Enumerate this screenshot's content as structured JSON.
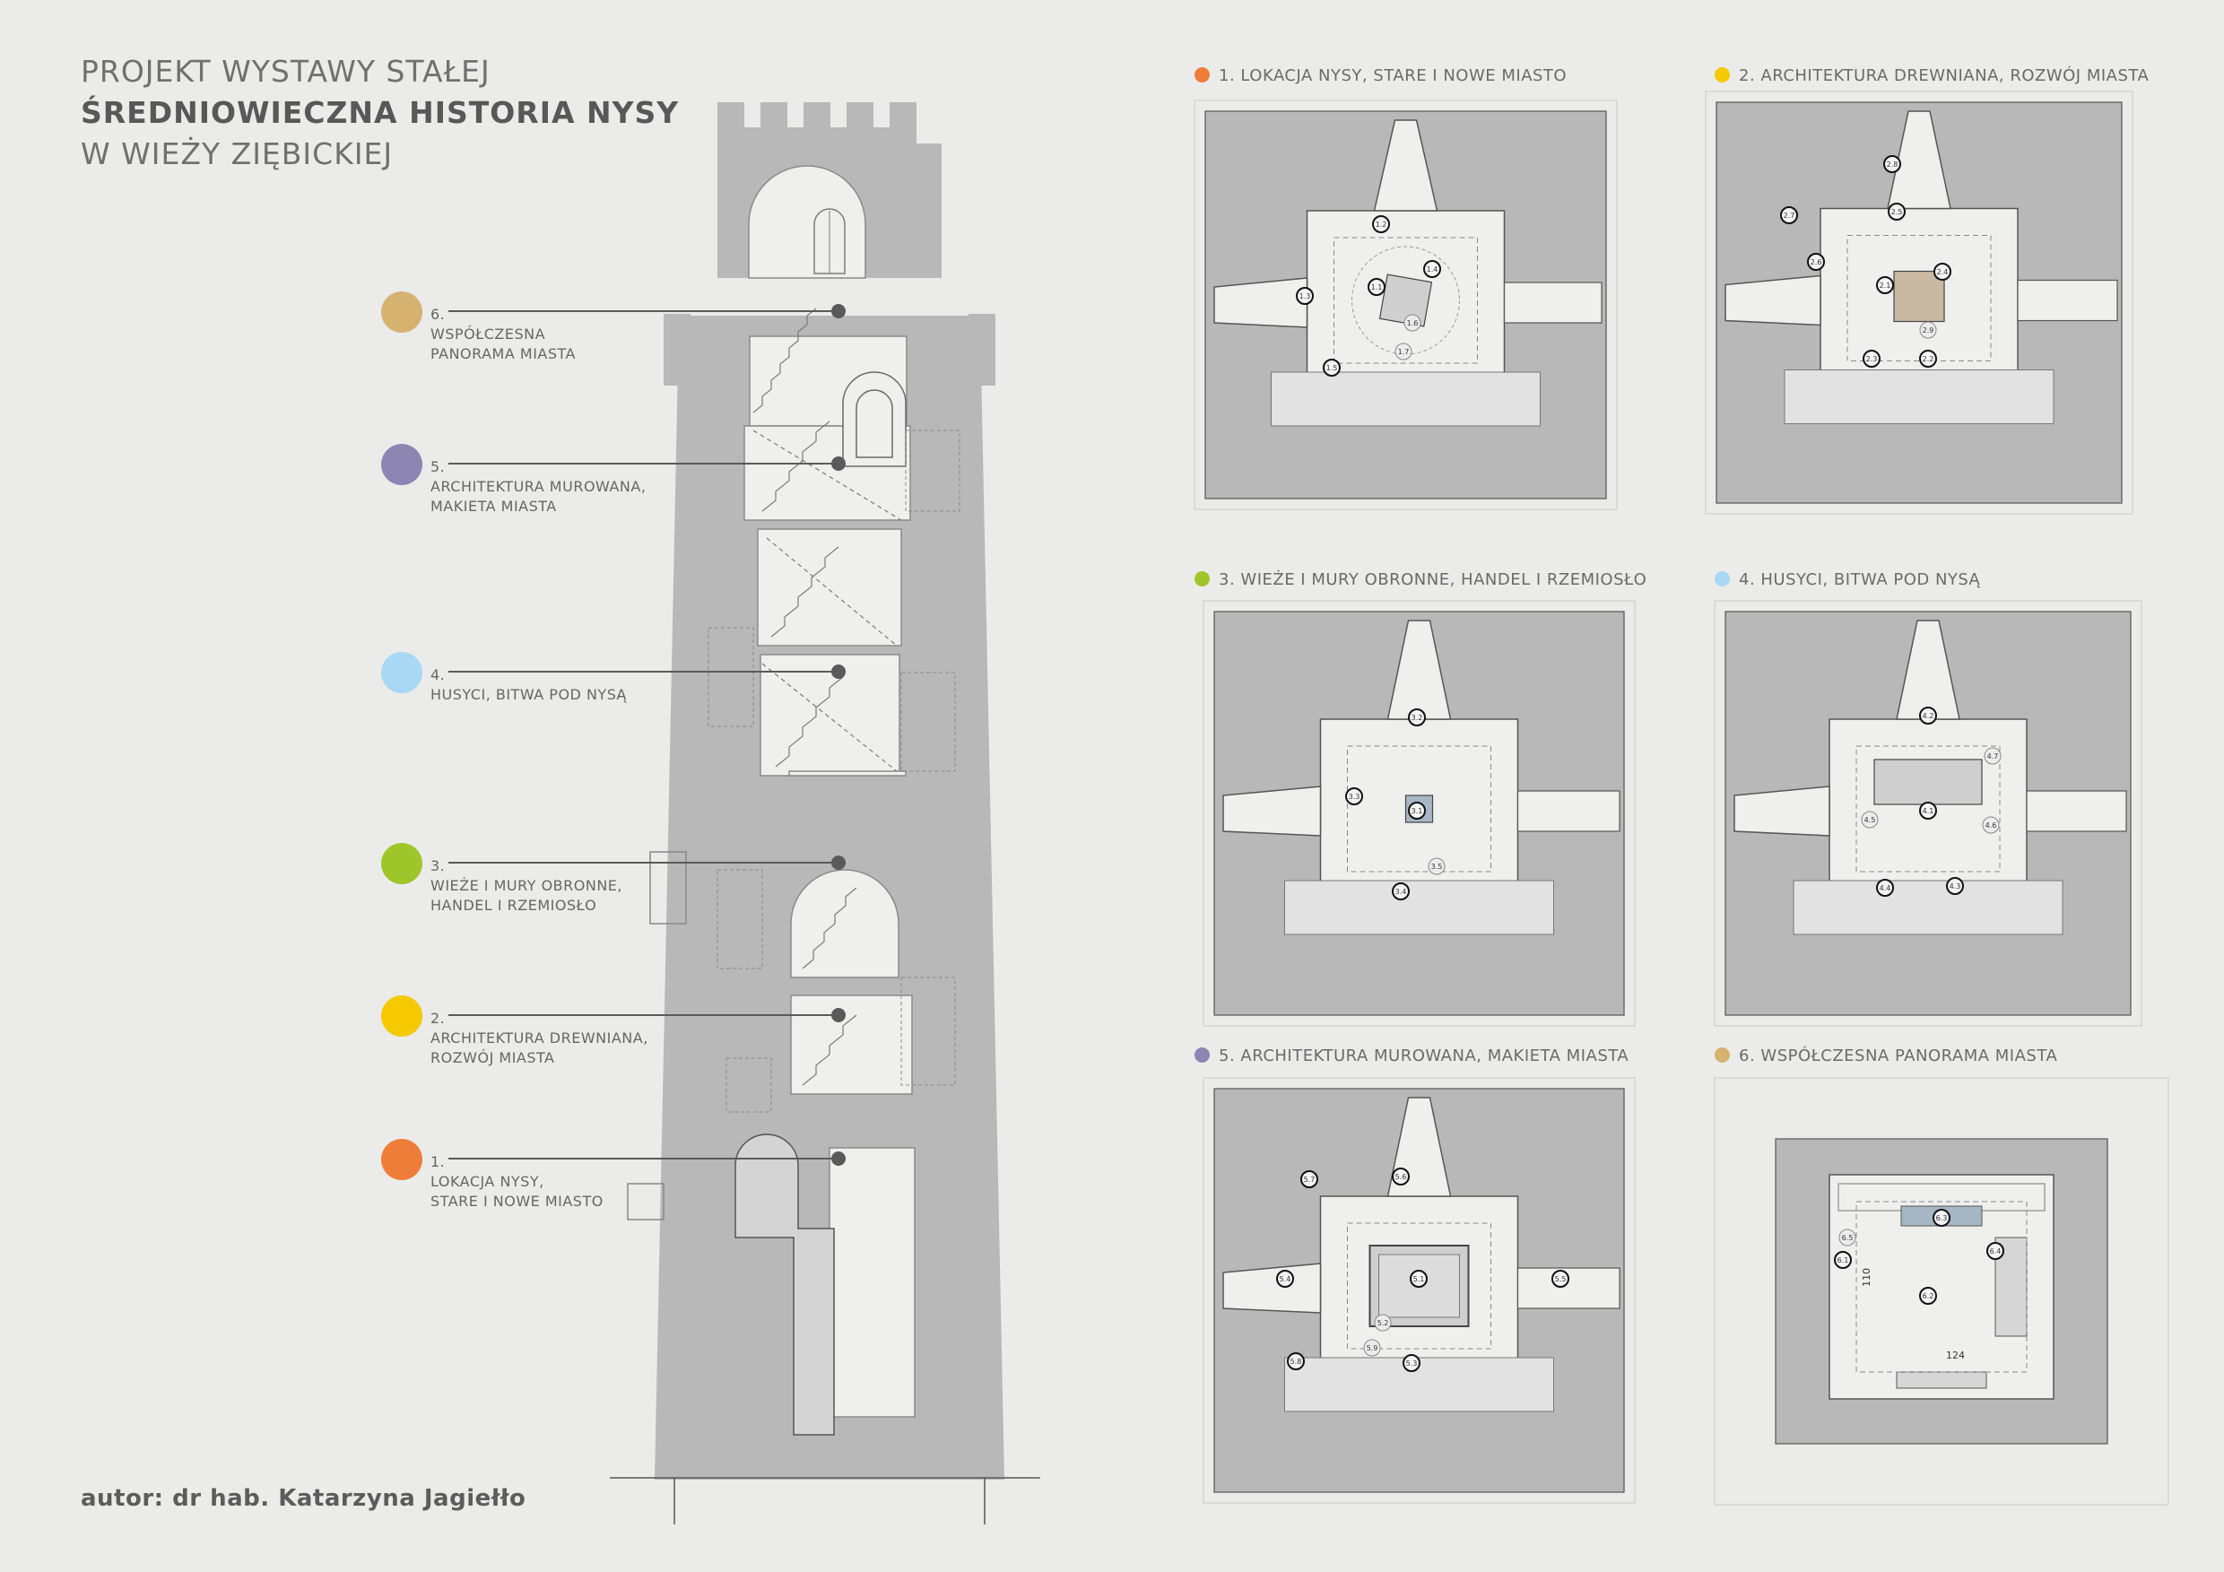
{
  "header": {
    "line1": "PROJEKT WYSTAWY STAŁEJ",
    "line2": "ŚREDNIOWIECZNA HISTORIA NYSY",
    "line3": "W WIEŻY ZIĘBICKIEJ"
  },
  "legend": [
    {
      "number": "6.",
      "line_a": "WSPÓŁCZESNA",
      "line_b": "PANORAMA MIASTA",
      "color": "#d6b271"
    },
    {
      "number": "5.",
      "line_a": "ARCHITEKTURA MUROWANA,",
      "line_b": "MAKIETA MIASTA",
      "color": "#8d86b3"
    },
    {
      "number": "4.",
      "line_a": "HUSYCI, BITWA POD NYSĄ",
      "line_b": "",
      "color": "#a8d8f3"
    },
    {
      "number": "3.",
      "line_a": "WIEŻE I MURY OBRONNE,",
      "line_b": "HANDEL I RZEMIOSŁO",
      "color": "#9ec62a"
    },
    {
      "number": "2.",
      "line_a": "ARCHITEKTURA DREWNIANA,",
      "line_b": "ROZWÓJ MIASTA",
      "color": "#f5c800"
    },
    {
      "number": "1.",
      "line_a": "LOKACJA NYSY,",
      "line_b": "STARE I NOWE MIASTO",
      "color": "#ee7d3a"
    }
  ],
  "plans": [
    {
      "title": "1.  LOKACJA NYSY, STARE I NOWE MIASTO",
      "color": "#ee7d3a",
      "markers": [
        "1.1",
        "1.2",
        "1.3",
        "1.4",
        "1.5",
        "1.6",
        "1.7"
      ]
    },
    {
      "title": "2.  ARCHITEKTURA DREWNIANA, ROZWÓJ MIASTA",
      "color": "#f5c800",
      "markers": [
        "2.1",
        "2.2",
        "2.3",
        "2.4",
        "2.5",
        "2.6",
        "2.7",
        "2.8",
        "2.9"
      ]
    },
    {
      "title": "3.  WIEŻE I MURY OBRONNE, HANDEL I RZEMIOSŁO",
      "color": "#9ec62a",
      "markers": [
        "3.1",
        "3.2",
        "3.3",
        "3.4",
        "3.5"
      ]
    },
    {
      "title": "4.  HUSYCI, BITWA POD NYSĄ",
      "color": "#a8d8f3",
      "markers": [
        "4.1",
        "4.2",
        "4.3",
        "4.4",
        "4.5",
        "4.6",
        "4.7"
      ]
    },
    {
      "title": "5.  ARCHITEKTURA MUROWANA, MAKIETA MIASTA",
      "color": "#8d86b3",
      "markers": [
        "5.1",
        "5.2",
        "5.3",
        "5.4",
        "5.5",
        "5.6",
        "5.7",
        "5.8",
        "5.9"
      ]
    },
    {
      "title": "6.  WSPÓŁCZESNA PANORAMA MIASTA",
      "color": "#d6b271",
      "markers": [
        "6.1",
        "6.2",
        "6.3",
        "6.4",
        "6.5"
      ],
      "dims": [
        "110",
        "124"
      ]
    }
  ],
  "author": "autor: dr hab. Katarzyna Jagiełło"
}
